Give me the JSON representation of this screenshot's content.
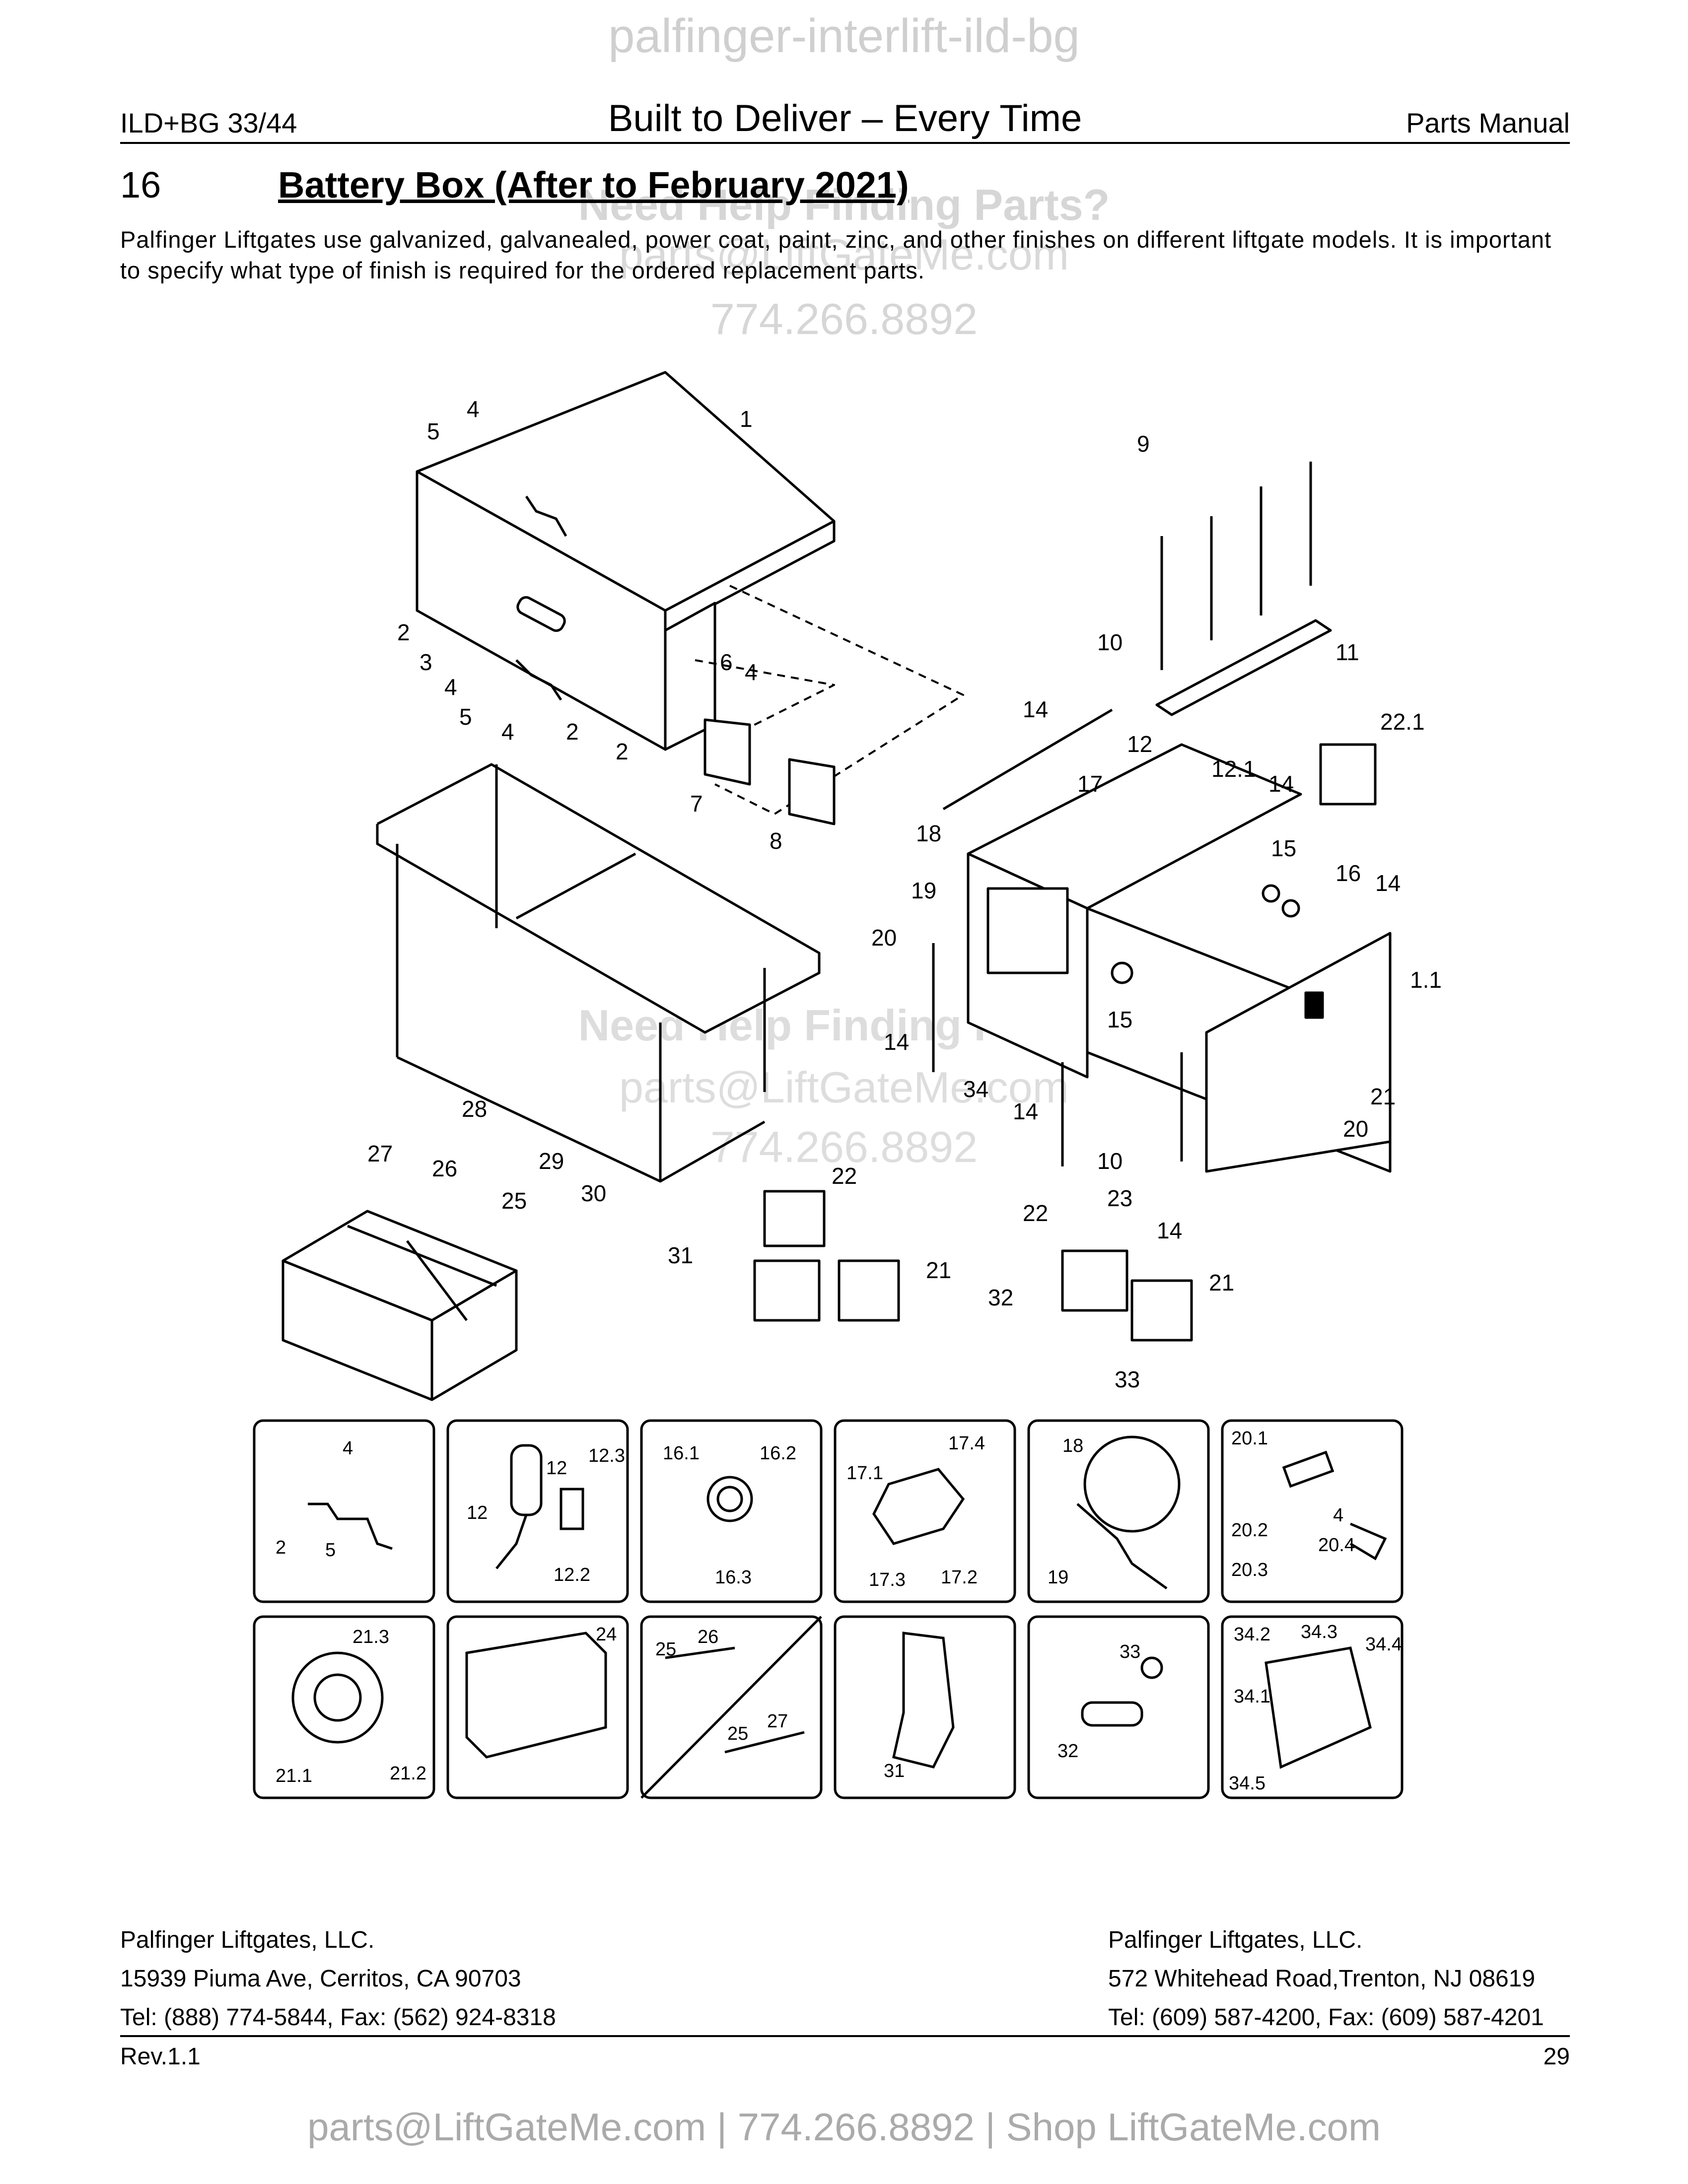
{
  "watermarks": {
    "top": "palfinger-interlift-ild-bg",
    "mid_heading": "Need Help Finding Parts?",
    "mid_email": "parts@LiftGateMe.com",
    "mid_phone": "774.266.8892",
    "low_heading": "Need Help Finding Parts?",
    "low_email": "parts@LiftGateMe.com",
    "low_phone": "774.266.8892"
  },
  "header": {
    "left": "ILD+BG 33/44",
    "center": "Built to Deliver – Every Time",
    "right": "Parts Manual"
  },
  "section": {
    "number": "16",
    "title": "Battery Box (After to February 2021)",
    "intro": "Palfinger Liftgates use galvanized, galvanealed, power coat, paint, zinc, and other finishes on different liftgate models. It is important to specify what type of finish is required for the ordered replacement parts."
  },
  "callouts": {
    "c1": "1",
    "c1_1": "1.1",
    "c2a": "2",
    "c2b": "2",
    "c2c": "2",
    "c3": "3",
    "c4a": "4",
    "c4b": "4",
    "c4c": "4",
    "c4d": "4",
    "c5a": "5",
    "c5b": "5",
    "c6": "6",
    "c7": "7",
    "c8": "8",
    "c9": "9",
    "c10a": "10",
    "c10b": "10",
    "c11": "11",
    "c12": "12",
    "c12_1": "12.1",
    "c14a": "14",
    "c14b": "14",
    "c14c": "14",
    "c14d": "14",
    "c14e": "14",
    "c14f": "14",
    "c15a": "15",
    "c15b": "15",
    "c16": "16",
    "c17": "17",
    "c18": "18",
    "c19": "19",
    "c20a": "20",
    "c20b": "20",
    "c21a": "21",
    "c21b": "21",
    "c21c": "21",
    "c22_1": "22.1",
    "c22a": "22",
    "c22b": "22",
    "c23": "23",
    "c25": "25",
    "c26": "26",
    "c27": "27",
    "c28": "28",
    "c29": "29",
    "c30": "30",
    "c31": "31",
    "c32": "32",
    "c33": "33",
    "c34": "34"
  },
  "detail_boxes": {
    "b1": {
      "l1": "4",
      "l2": "2",
      "l3": "5"
    },
    "b2": {
      "l1": "12",
      "l2": "12",
      "l3": "12.3",
      "l4": "12.2"
    },
    "b3": {
      "l1": "16.1",
      "l2": "16.2",
      "l3": "16.3"
    },
    "b4": {
      "l1": "17.4",
      "l2": "17.1",
      "l3": "17.3",
      "l4": "17.2"
    },
    "b5": {
      "l1": "18",
      "l2": "19"
    },
    "b6": {
      "l1": "20.1",
      "l2": "4",
      "l3": "20.2",
      "l4": "20.4",
      "l5": "20.3"
    },
    "b7": {
      "l1": "21.3",
      "l2": "21.1",
      "l3": "21.2"
    },
    "b8": {
      "l1": "24"
    },
    "b9": {
      "l1": "25",
      "l2": "26",
      "l3": "27",
      "l4": "25"
    },
    "b10": {
      "l1": "31"
    },
    "b11": {
      "l1": "33",
      "l2": "32"
    },
    "b12": {
      "l1": "34.2",
      "l2": "34.3",
      "l3": "34.4",
      "l4": "34.1",
      "l5": "34.5"
    }
  },
  "footer": {
    "left": [
      "Palfinger Liftgates, LLC.",
      "15939 Piuma Ave, Cerritos, CA 90703",
      "Tel: (888) 774-5844, Fax: (562) 924-8318"
    ],
    "right": [
      "Palfinger Liftgates, LLC.",
      "572 Whitehead Road,Trenton, NJ 08619",
      "Tel: (609) 587-4200, Fax: (609) 587-4201"
    ],
    "rev": "Rev.1.1",
    "page": "29"
  },
  "contact_bar": "parts@LiftGateMe.com | 774.266.8892 | Shop LiftGateMe.com"
}
